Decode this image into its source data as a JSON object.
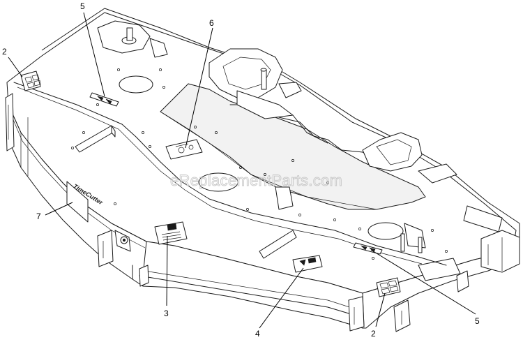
{
  "diagram": {
    "watermark": "eReplacementParts.com",
    "brand_decal_text": "TimeCutter",
    "callouts": [
      {
        "id": "c2a",
        "label": "2"
      },
      {
        "id": "c5a",
        "label": "5"
      },
      {
        "id": "c6",
        "label": "6"
      },
      {
        "id": "c7",
        "label": "7"
      },
      {
        "id": "c3",
        "label": "3"
      },
      {
        "id": "c4",
        "label": "4"
      },
      {
        "id": "c5b",
        "label": "5"
      },
      {
        "id": "c2b",
        "label": "2"
      }
    ]
  }
}
